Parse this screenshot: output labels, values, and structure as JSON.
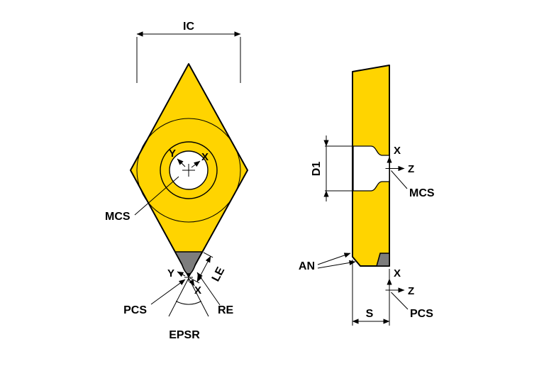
{
  "front_view": {
    "ic_label": "IC",
    "mcs_label": "MCS",
    "center_x_label": "X",
    "center_y_label": "Y",
    "tip_x_label": "X",
    "tip_y_label": "Y",
    "pcs_label": "PCS",
    "epsr_label": "EPSR",
    "re_label": "RE",
    "le_label": "LE"
  },
  "side_view": {
    "d1_label": "D1",
    "an_label": "AN",
    "s_label": "S",
    "x_top_label": "X",
    "z_top_label": "Z",
    "mcs_label": "MCS",
    "x_bottom_label": "X",
    "z_bottom_label": "Z",
    "pcs_label": "PCS"
  },
  "colors": {
    "insert_body": "#FFD400",
    "carbide_tip": "#7D7D7D",
    "hole_fill": "#FFFFFF",
    "outline": "#000000",
    "background": "#FFFFFF"
  }
}
